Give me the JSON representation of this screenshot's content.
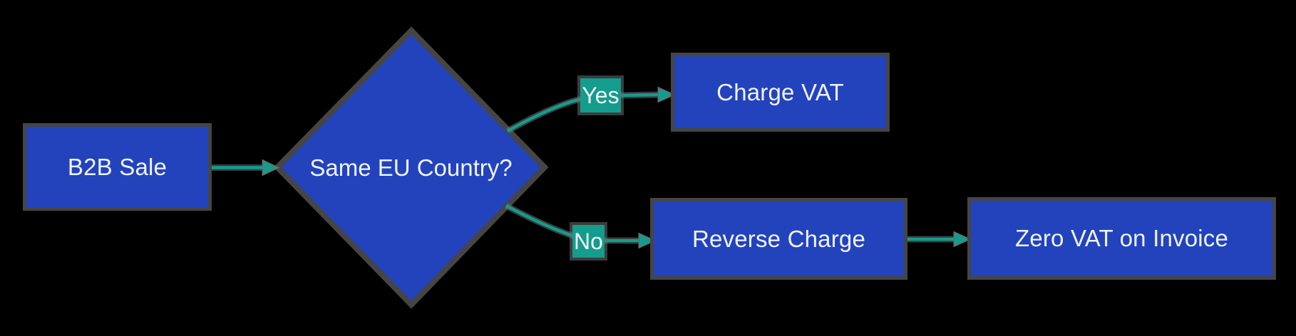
{
  "diagram": {
    "type": "flowchart",
    "direction": "left-to-right",
    "background_color": "#000000",
    "node_fill_color": "#2343bd",
    "node_border_color": "#454545",
    "edge_color": "#149c8d",
    "edge_label_bg_color": "#149c8d",
    "text_color": "#eef3fb",
    "nodes": [
      {
        "id": "b2b_sale",
        "shape": "rectangle",
        "label": "B2B Sale"
      },
      {
        "id": "same_eu_country",
        "shape": "diamond",
        "label": "Same EU Country?"
      },
      {
        "id": "charge_vat",
        "shape": "rectangle",
        "label": "Charge VAT"
      },
      {
        "id": "reverse_charge",
        "shape": "rectangle",
        "label": "Reverse Charge"
      },
      {
        "id": "zero_vat_on_invoice",
        "shape": "rectangle",
        "label": "Zero VAT on Invoice"
      }
    ],
    "edges": [
      {
        "from": "b2b_sale",
        "to": "same_eu_country",
        "label": ""
      },
      {
        "from": "same_eu_country",
        "to": "charge_vat",
        "label": "Yes"
      },
      {
        "from": "same_eu_country",
        "to": "reverse_charge",
        "label": "No"
      },
      {
        "from": "reverse_charge",
        "to": "zero_vat_on_invoice",
        "label": ""
      }
    ]
  }
}
